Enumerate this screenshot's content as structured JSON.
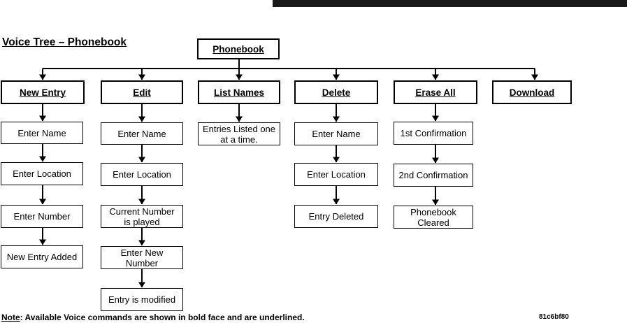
{
  "title": "Voice Tree – Phonebook",
  "root": "Phonebook",
  "commands": {
    "new_entry": "New Entry",
    "edit": "Edit",
    "list_names": "List Names",
    "delete": "Delete",
    "erase_all": "Erase All",
    "download": "Download"
  },
  "steps": {
    "new_entry": [
      "Enter Name",
      "Enter Location",
      "Enter Number",
      "New Entry Added"
    ],
    "edit": [
      "Enter Name",
      "Enter Location",
      "Current Number\nis played",
      "Enter New\nNumber",
      "Entry is modified"
    ],
    "list_names": [
      "Entries Listed one\nat a time."
    ],
    "delete": [
      "Enter Name",
      "Enter Location",
      "Entry Deleted"
    ],
    "erase_all": [
      "1st Confirmation",
      "2nd Confirmation",
      "Phonebook\nCleared"
    ]
  },
  "note": {
    "prefix": "Note",
    "text": ": Available Voice commands are shown in bold face and are underlined."
  },
  "figure_code": "81c6bf80"
}
